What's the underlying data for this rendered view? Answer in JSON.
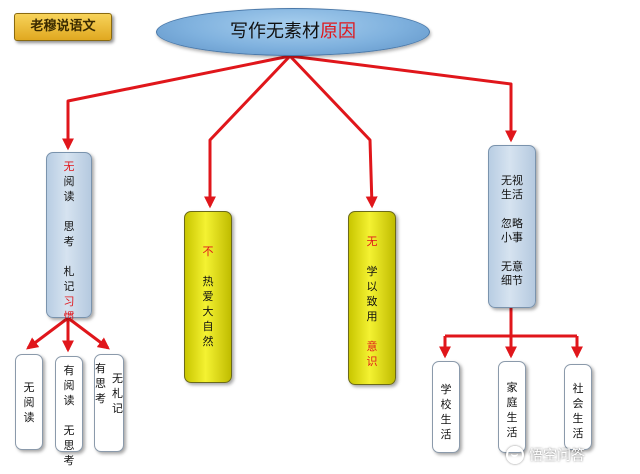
{
  "badge": "老穆说语文",
  "title": {
    "main": "写作无素材",
    "highlight": "原因"
  },
  "colors": {
    "arrow": "#e0161b",
    "highlight": "#e0161b",
    "ellipse": "#7fb1de",
    "blueBox": "#c8d8ea",
    "yellowBox": "#f0ee2a"
  },
  "nodes": {
    "left": {
      "chars": [
        "无",
        "阅",
        "读",
        "",
        "思",
        "考",
        "",
        "札",
        "记",
        "习",
        "惯"
      ]
    },
    "left_children": [
      {
        "chars": [
          "无",
          "阅",
          "读"
        ]
      },
      {
        "chars": [
          "有",
          "阅",
          "读",
          "",
          "无",
          "思",
          "考"
        ]
      },
      {
        "col1": [
          "有",
          "思",
          "考"
        ],
        "col2": [
          "无",
          "札",
          "记"
        ]
      }
    ],
    "mid_left": {
      "first": "不",
      "rest": [
        "热",
        "爱",
        "大",
        "自",
        "然"
      ]
    },
    "mid_right": {
      "first": "无",
      "rest": [
        "学",
        "以",
        "致",
        "用"
      ],
      "last": [
        "意",
        "识"
      ]
    },
    "right": {
      "lines": [
        "无视",
        "生活",
        "",
        "忽略",
        "小事",
        "",
        "无意",
        "细节"
      ]
    },
    "right_children": [
      {
        "chars": [
          "学",
          "校",
          "生",
          "活"
        ]
      },
      {
        "chars": [
          "家",
          "庭",
          "生",
          "活"
        ]
      },
      {
        "chars": [
          "社",
          "会",
          "生",
          "活"
        ]
      }
    ]
  },
  "watermark": {
    "text": "悟空问答",
    "icon": "wukong-logo-icon"
  }
}
